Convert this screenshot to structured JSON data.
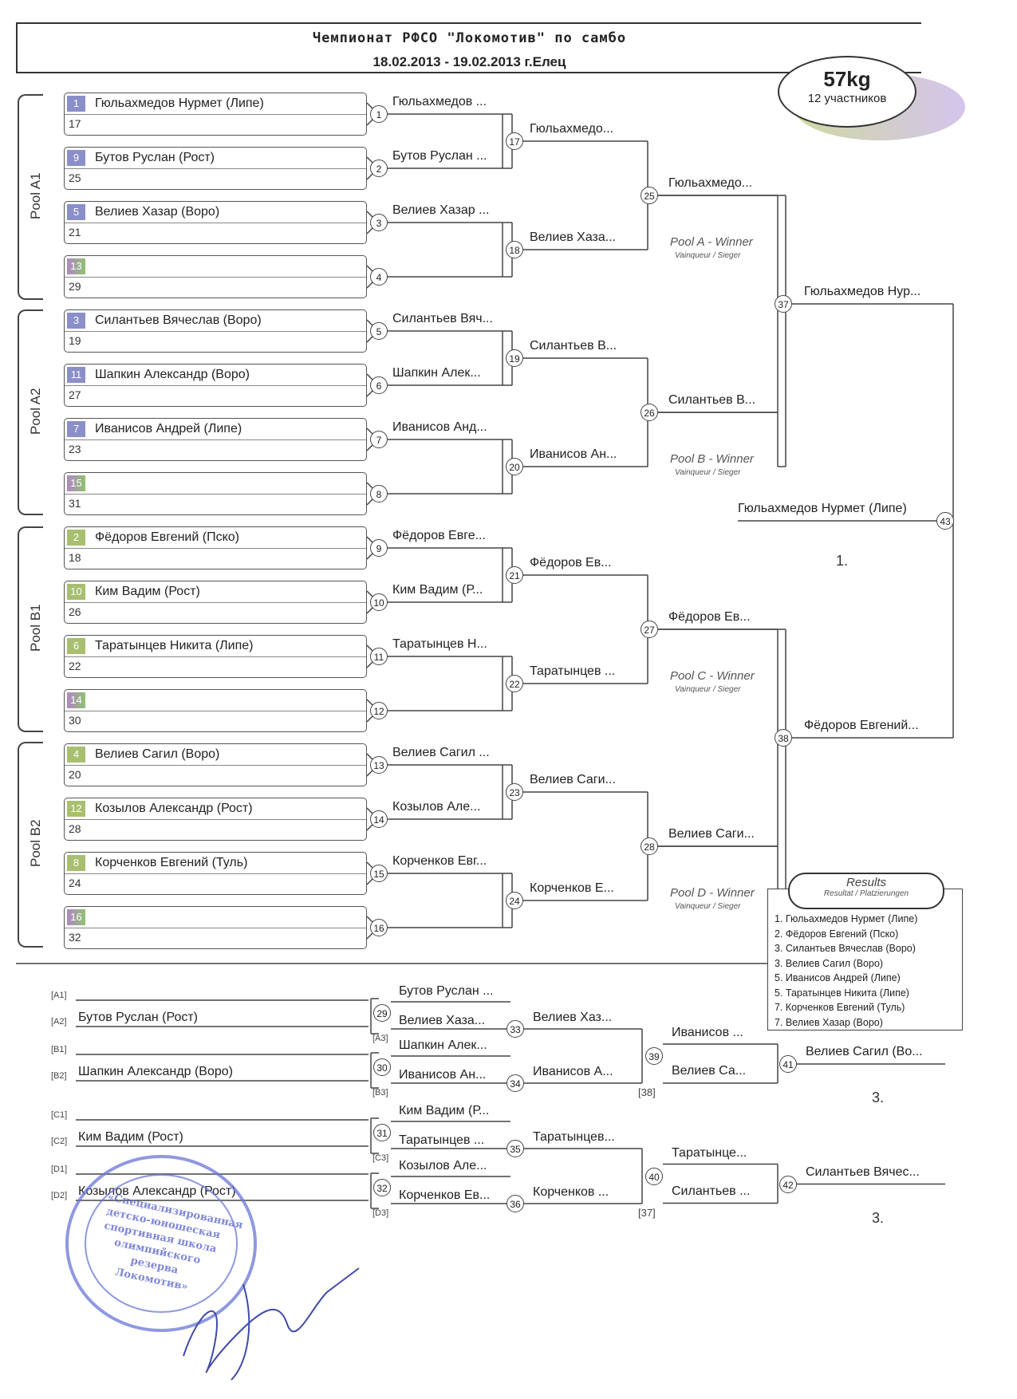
{
  "header": {
    "title": "Чемпионат РФСО \"Локомотив\" по самбо",
    "dates": "18.02.2013 - 19.02.2013 г.Елец",
    "weight": "57kg",
    "participants": "12 участников"
  },
  "pools": [
    "Pool A1",
    "Pool A2",
    "Pool B1",
    "Pool B2"
  ],
  "entries": [
    {
      "seed": "1",
      "pair": "17",
      "name": "Гюльахмедов Нурмет (Липе)"
    },
    {
      "seed": "9",
      "pair": "25",
      "name": "Бутов Руслан (Рост)"
    },
    {
      "seed": "5",
      "pair": "21",
      "name": "Велиев Хазар (Воро)"
    },
    {
      "seed": "13",
      "pair": "29",
      "name": ""
    },
    {
      "seed": "3",
      "pair": "19",
      "name": "Силантьев Вячеслав (Воро)"
    },
    {
      "seed": "11",
      "pair": "27",
      "name": "Шапкин Александр (Воро)"
    },
    {
      "seed": "7",
      "pair": "23",
      "name": "Иванисов Андрей (Липе)"
    },
    {
      "seed": "15",
      "pair": "31",
      "name": ""
    },
    {
      "seed": "2",
      "pair": "18",
      "name": "Фёдоров Евгений (Пско)"
    },
    {
      "seed": "10",
      "pair": "26",
      "name": "Ким Вадим (Рост)"
    },
    {
      "seed": "6",
      "pair": "22",
      "name": "Таратынцев Никита (Липе)"
    },
    {
      "seed": "14",
      "pair": "30",
      "name": ""
    },
    {
      "seed": "4",
      "pair": "20",
      "name": "Велиев Сагил (Воро)"
    },
    {
      "seed": "12",
      "pair": "28",
      "name": "Козылов Александр (Рост)"
    },
    {
      "seed": "8",
      "pair": "24",
      "name": "Корченков Евгений (Туль)"
    },
    {
      "seed": "16",
      "pair": "32",
      "name": ""
    }
  ],
  "round1": [
    "Гюльахмедов ...",
    "Бутов Руслан ...",
    "Велиев Хазар ...",
    "",
    "Силантьев Вяч...",
    "Шапкин Алек...",
    "Иванисов Анд...",
    "",
    "Фёдоров Евге...",
    "Ким Вадим (Р...",
    "Таратынцев Н...",
    "",
    "Велиев Сагил ...",
    "Козылов Але...",
    "Корченков Евг...",
    ""
  ],
  "round2": [
    "Гюльахмедо...",
    "Велиев Хаза...",
    "Силантьев В...",
    "Иванисов Ан...",
    "Фёдоров Ев...",
    "Таратынцев ...",
    "Велиев Саги...",
    "Корченков Е..."
  ],
  "round3": [
    "Гюльахмедо...",
    "Силантьев В...",
    "Фёдоров Ев...",
    "Велиев Саги..."
  ],
  "round4": [
    "Гюльахмедов Нур...",
    "Фёдоров Евгений..."
  ],
  "final": {
    "name": "Гюльахмедов Нурмет (Липе)",
    "match": "43",
    "place": "1."
  },
  "pool_winners": [
    {
      "label": "Pool A - Winner",
      "sub": "Vainqueur / Sieger"
    },
    {
      "label": "Pool B - Winner",
      "sub": "Vainqueur / Sieger"
    },
    {
      "label": "Pool C - Winner",
      "sub": "Vainqueur / Sieger"
    },
    {
      "label": "Pool D - Winner",
      "sub": "Vainqueur / Sieger"
    }
  ],
  "results": {
    "title": "Results",
    "subtitle": "Resultat / Platzierungen",
    "items": [
      "1. Гюльахмедов Нурмет (Липе)",
      "2. Фёдоров Евгений (Пско)",
      "3. Силантьев Вячеслав (Воро)",
      "3. Велиев Сагил (Воро)",
      "5. Иванисов Андрей (Липе)",
      "5. Таратынцев Никита (Липе)",
      "7. Корченков Евгений (Туль)",
      "7. Велиев Хазар (Воро)"
    ]
  },
  "repechage": {
    "slots": [
      {
        "tag": "[A1]",
        "name": ""
      },
      {
        "tag": "[A2]",
        "name": "Бутов Руслан (Рост)"
      },
      {
        "tag": "[B1]",
        "name": ""
      },
      {
        "tag": "[B2]",
        "name": "Шапкин Александр (Воро)"
      },
      {
        "tag": "[C1]",
        "name": ""
      },
      {
        "tag": "[C2]",
        "name": "Ким Вадим (Рост)"
      },
      {
        "tag": "[D1]",
        "name": ""
      },
      {
        "tag": "[D2]",
        "name": "Козылов Александр (Рост)"
      }
    ],
    "r1": [
      "Бутов Руслан ...",
      "Велиев Хаза...",
      "Шапкин Алек...",
      "Иванисов Ан...",
      "Ким Вадим (Р...",
      "Таратынцев ...",
      "Козылов Але...",
      "Корченков Ев..."
    ],
    "r1_tags": [
      "[A3]",
      "[B3]",
      "[C3]",
      "[D3]"
    ],
    "r2": [
      "Велиев Хаз...",
      "Иванисов А...",
      "Таратынцев...",
      "Корченков ..."
    ],
    "r3": [
      "Иванисов ...",
      "Велиев Са...",
      "Таратынце...",
      "Силантьев ..."
    ],
    "r3_tags": [
      "[38]",
      "[37]"
    ],
    "final": [
      "Велиев Сагил (Во...",
      "Силантьев Вячес..."
    ],
    "places": [
      "3.",
      "3."
    ]
  },
  "stamp_text": "«Специализированная детско-юношеская спортивная школа олимпийского резерва Локомотив»",
  "colors": {
    "seed_odd": "#8a8fc8",
    "seed_even": "#a7bf6f",
    "line": "#444"
  }
}
